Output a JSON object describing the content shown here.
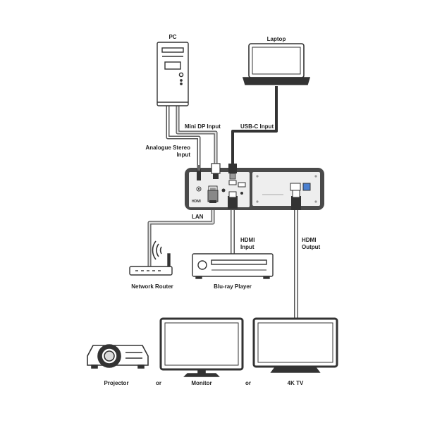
{
  "labels": {
    "pc": "PC",
    "laptop": "Laptop",
    "mini_dp_input": "Mini DP Input",
    "usbc_input": "USB-C Input",
    "analogue_stereo_input": "Analogue Stereo\nInput",
    "lan": "LAN",
    "hdmi_input": "HDMI\nInput",
    "hdmi_output": "HDMI\nOutput",
    "network_router": "Network Router",
    "bluray_player": "Blu-ray Player",
    "projector": "Projector",
    "or_1": "or",
    "monitor": "Monitor",
    "or_2": "or",
    "tv": "4K TV"
  },
  "device_text": {
    "hdmi_logo": "HDMI"
  },
  "colors": {
    "outline": "#333333",
    "cable": "#555555",
    "cable_light": "#dddddd",
    "panel": "#4a4a4a",
    "panel_face": "#eeeeee"
  }
}
